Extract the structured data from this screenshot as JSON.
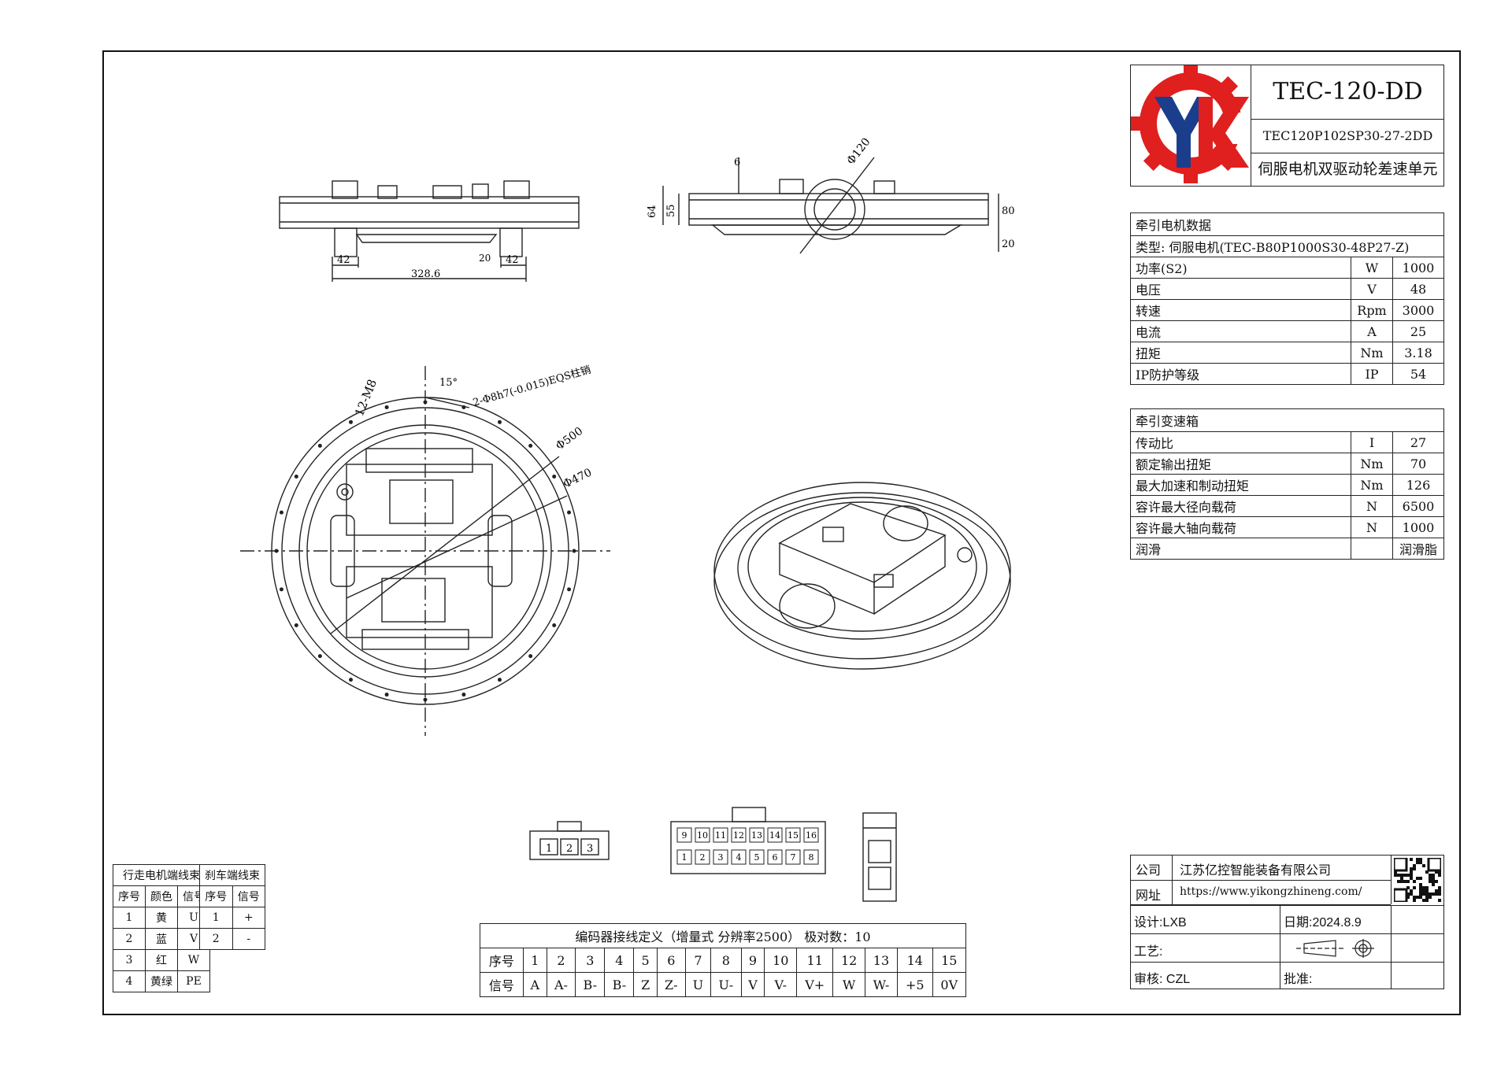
{
  "title_block": {
    "model": "TEC-120-DD",
    "part_no": "TEC120P102SP30-27-2DD",
    "name": "伺服电机双驱动轮差速单元"
  },
  "motor_table": {
    "title": "牵引电机数据",
    "type_label": "类型:",
    "type_value": "伺服电机(TEC-B80P1000S30-48P27-Z)",
    "rows": [
      {
        "name": "功率(S2)",
        "unit": "W",
        "value": "1000"
      },
      {
        "name": "电压",
        "unit": "V",
        "value": "48"
      },
      {
        "name": "转速",
        "unit": "Rpm",
        "value": "3000"
      },
      {
        "name": "电流",
        "unit": "A",
        "value": "25"
      },
      {
        "name": "扭矩",
        "unit": "Nm",
        "value": "3.18"
      },
      {
        "name": "IP防护等级",
        "unit": "IP",
        "value": "54"
      }
    ]
  },
  "gearbox_table": {
    "title": "牵引变速箱",
    "rows": [
      {
        "name": "传动比",
        "unit": "I",
        "value": "27"
      },
      {
        "name": "额定输出扭矩",
        "unit": "Nm",
        "value": "70"
      },
      {
        "name": "最大加速和制动扭矩",
        "unit": "Nm",
        "value": "126"
      },
      {
        "name": "容许最大径向载荷",
        "unit": "N",
        "value": "6500"
      },
      {
        "name": "容许最大轴向载荷",
        "unit": "N",
        "value": "1000"
      },
      {
        "name": "润滑",
        "unit": "",
        "value": "润滑脂"
      }
    ]
  },
  "dimensions": {
    "top_width": "328.6",
    "top_left": "42",
    "top_right": "42",
    "top_mid": "20",
    "side_64": "64",
    "side_55": "55",
    "side_6": "6",
    "side_80": "80",
    "side_20": "20",
    "side_dia": "Φ120",
    "plan_holes": "12-M8",
    "plan_angle": "15°",
    "plan_pin": "2-Φ8h7(-0.015)EQS柱销",
    "plan_d500": "Φ500",
    "plan_d470": "Φ470"
  },
  "connector_pins": {
    "three": [
      "1",
      "2",
      "3"
    ],
    "top_row": [
      "9",
      "10",
      "11",
      "12",
      "13",
      "14",
      "15",
      "16"
    ],
    "bottom_row": [
      "1",
      "2",
      "3",
      "4",
      "5",
      "6",
      "7",
      "8"
    ]
  },
  "motor_harness": {
    "title": "行走电机端线束",
    "headers": [
      "序号",
      "颜色",
      "信号"
    ],
    "rows": [
      [
        "1",
        "黄",
        "U"
      ],
      [
        "2",
        "蓝",
        "V"
      ],
      [
        "3",
        "红",
        "W"
      ],
      [
        "4",
        "黄绿",
        "PE"
      ]
    ]
  },
  "brake_harness": {
    "title": "刹车端线束",
    "headers": [
      "序号",
      "信号"
    ],
    "rows": [
      [
        "1",
        "+"
      ],
      [
        "2",
        "-"
      ]
    ]
  },
  "encoder": {
    "title": "编码器接线定义（增量式 分辨率2500） 极对数：10",
    "row1_label": "序号",
    "row2_label": "信号",
    "numbers": [
      "1",
      "2",
      "3",
      "4",
      "5",
      "6",
      "7",
      "8",
      "9",
      "10",
      "11",
      "12",
      "13",
      "14",
      "15"
    ],
    "signals": [
      "A",
      "A-",
      "B-",
      "B-",
      "Z",
      "Z-",
      "U",
      "U-",
      "V",
      "V-",
      "V+",
      "W",
      "W-",
      "+5",
      "0V"
    ]
  },
  "company_block": {
    "company_label": "公司",
    "company": "江苏亿控智能装备有限公司",
    "site_label": "网址",
    "site": "https://www.yikongzhineng.com/",
    "design": "设计:LXB",
    "date": "日期:2024.8.9",
    "craft": "工艺:",
    "review": "审核: CZL",
    "approve": "批准:"
  },
  "colors": {
    "logo_red": "#e01f1f",
    "logo_blue": "#1a3e8c",
    "line": "#222222"
  }
}
